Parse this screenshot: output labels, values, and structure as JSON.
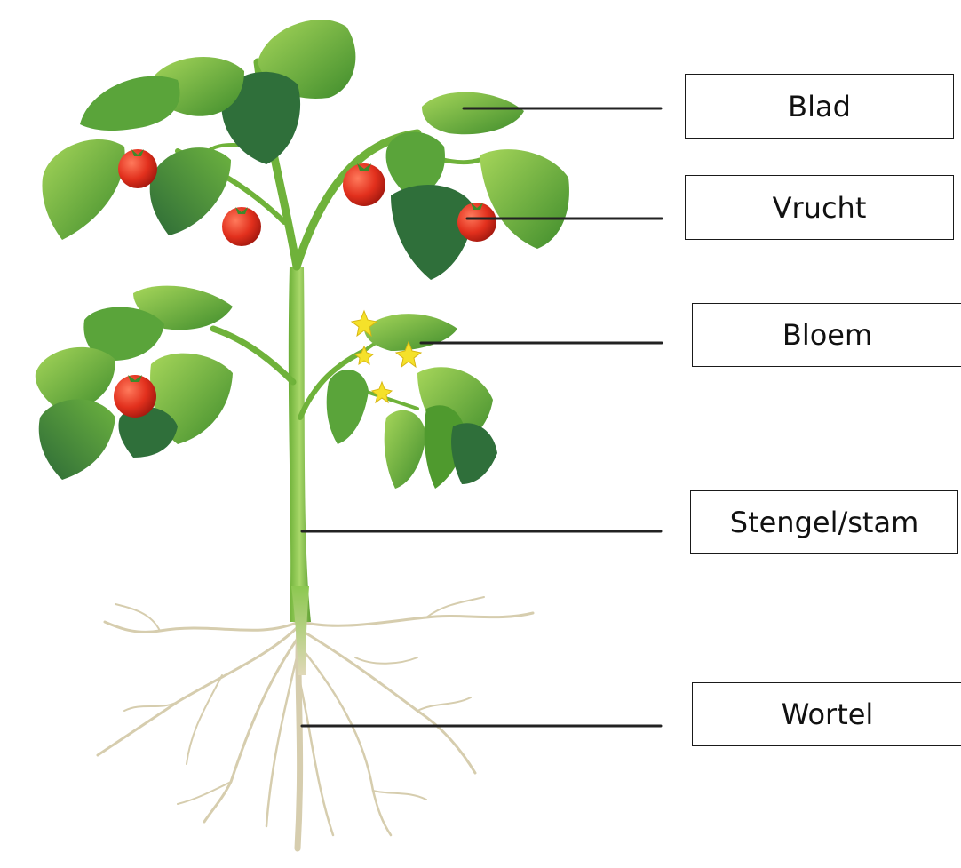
{
  "labels": {
    "leaf": "Blad",
    "fruit": "Vrucht",
    "flower": "Bloem",
    "stem": "Stengel/stam",
    "root": "Wortel"
  },
  "colors": {
    "leaf_light": "#8cc63f",
    "leaf_mid": "#4f9a2e",
    "leaf_dark": "#2f6f3a",
    "stem": "#7cbf3d",
    "root": "#d9d1b4",
    "fruit": "#e5321f",
    "flower": "#f5e12a",
    "pointer_line": "#222222"
  }
}
